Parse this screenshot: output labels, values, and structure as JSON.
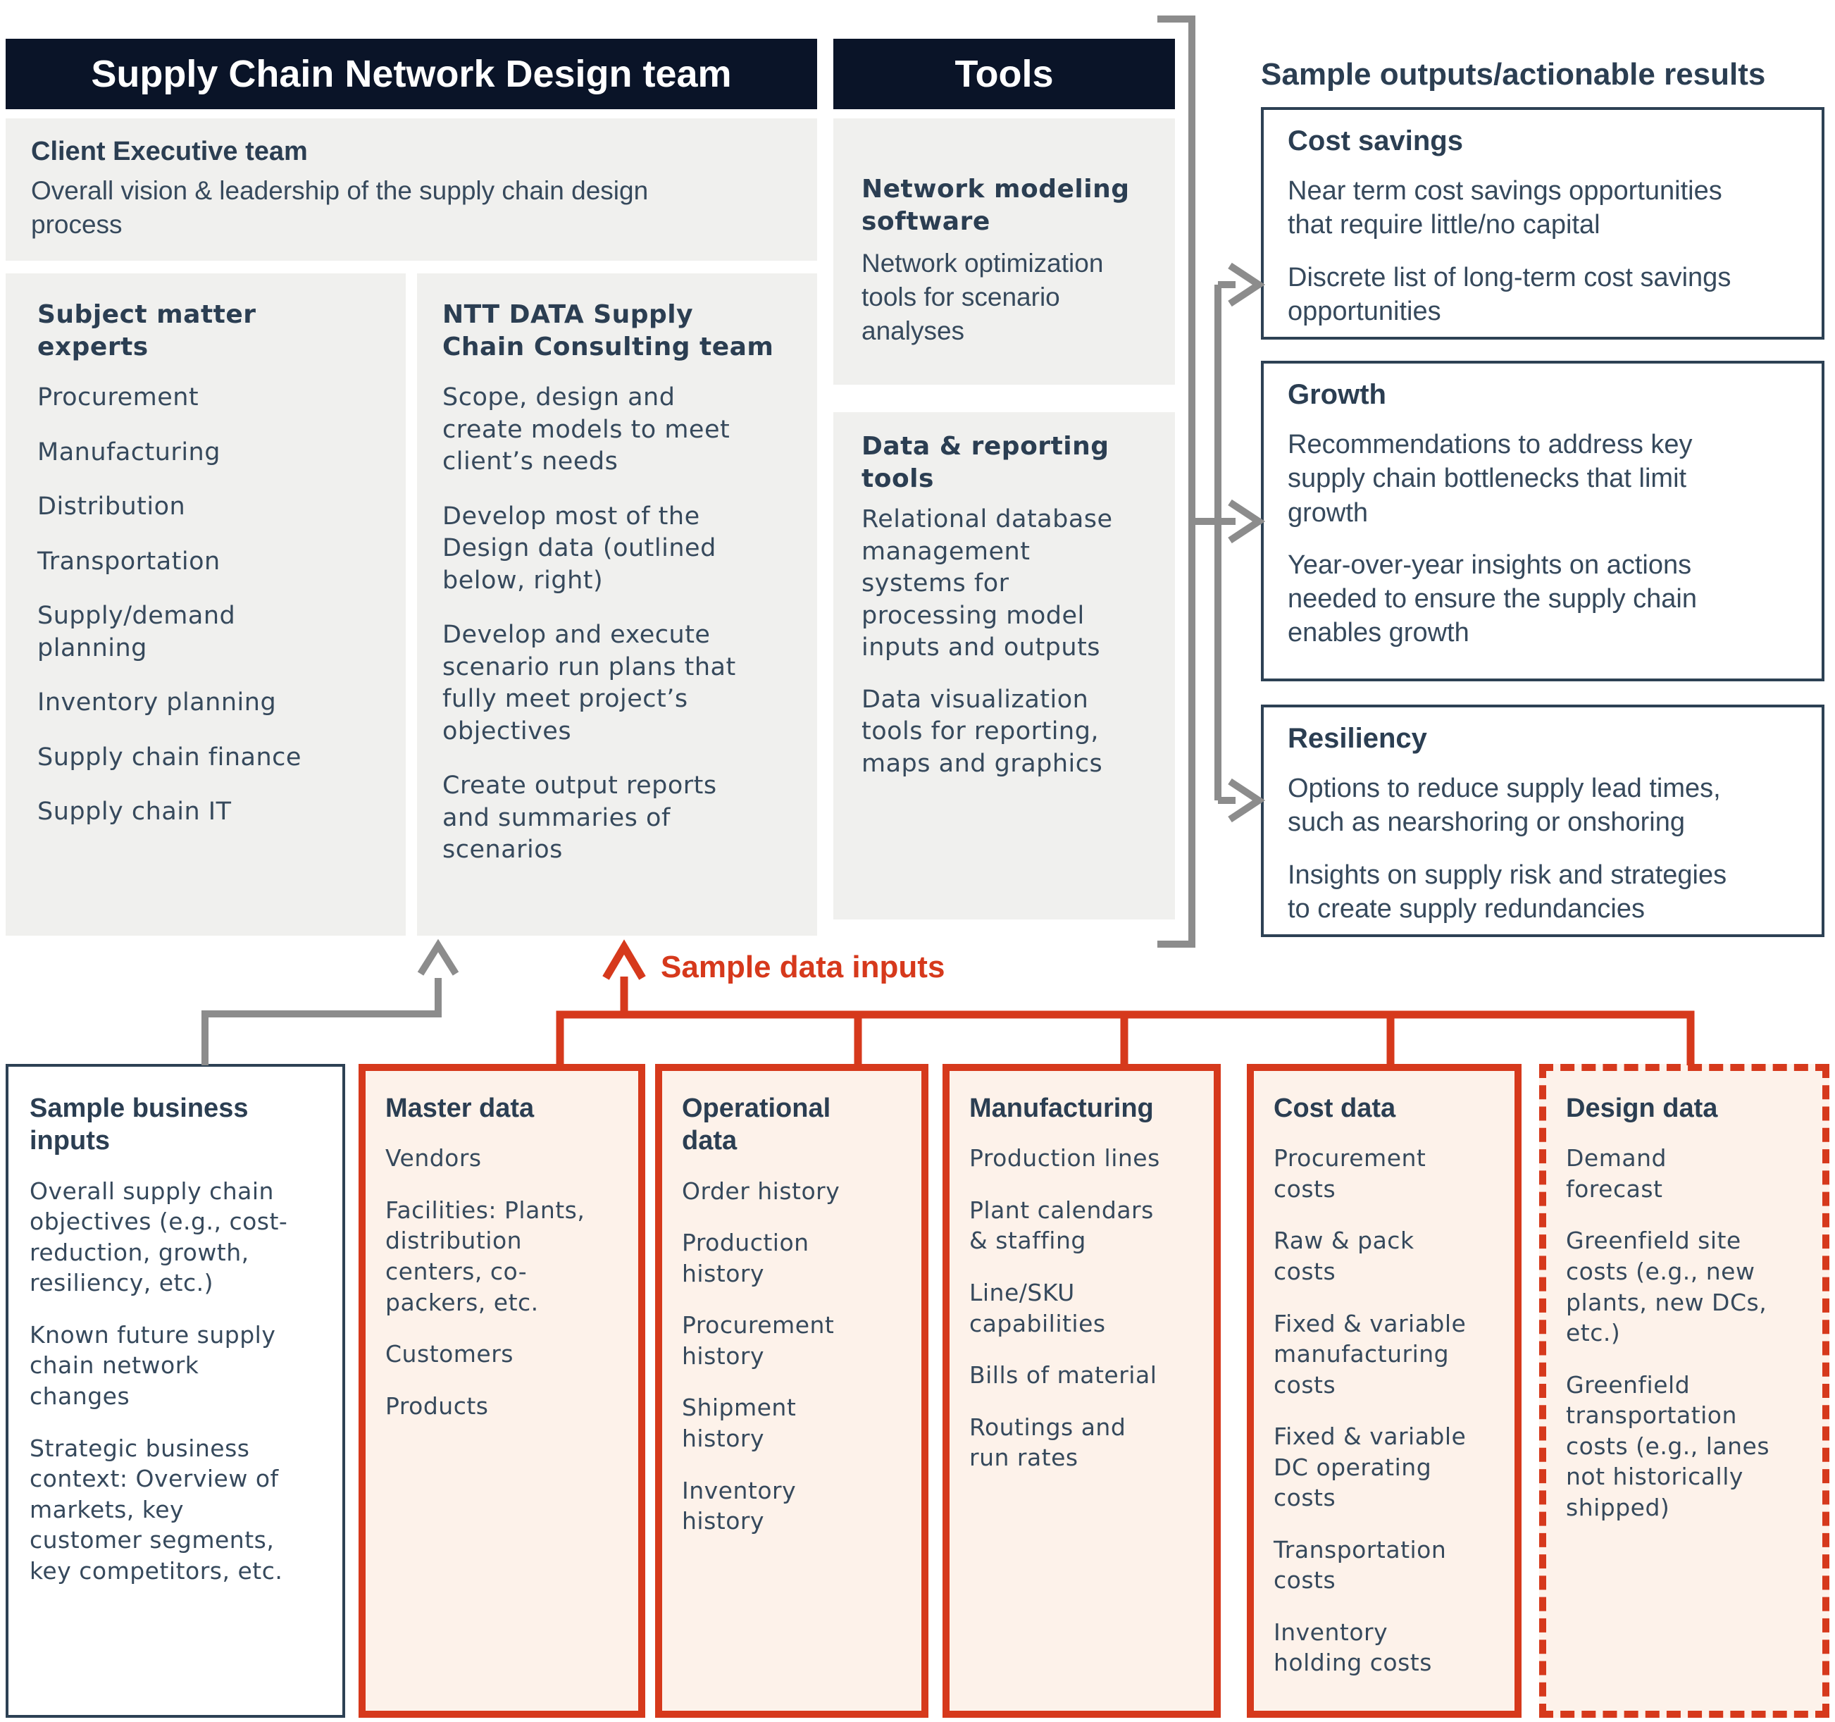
{
  "palette": {
    "header_bg": "#0a1428",
    "navy_text": "#2b3e52",
    "body_text": "#36495c",
    "gray_box_bg": "#f0f0ee",
    "connector_gray": "#8c8c8c",
    "accent_red": "#d6391c",
    "red_box_bg": "#fdf2ea",
    "output_border_navy": "#2d4154"
  },
  "headers": {
    "team": "Supply Chain Network Design team",
    "tools": "Tools"
  },
  "client_exec": {
    "title": "Client Executive team",
    "body": "Overall vision & leadership of the supply chain design\nprocess"
  },
  "sme": {
    "title": "Subject matter experts",
    "items": [
      "Procurement",
      "Manufacturing",
      "Distribution",
      "Transportation",
      "Supply/demand\nplanning",
      "Inventory planning",
      "Supply chain finance",
      "Supply chain IT"
    ]
  },
  "ntt": {
    "title": "NTT DATA Supply\nChain Consulting team",
    "paragraphs": [
      "Scope, design and\ncreate models to meet\nclient’s needs",
      "Develop most of the\nDesign data (outlined\nbelow, right)",
      "Develop and execute\nscenario run plans that\nfully meet project’s\nobjectives",
      "Create output reports\nand summaries of\nscenarios"
    ]
  },
  "tools": {
    "boxes": [
      {
        "title": "Network modeling\nsoftware",
        "body": "Network optimization\ntools for scenario\nanalyses"
      },
      {
        "title": "Data & reporting\ntools",
        "paragraphs": [
          "Relational database\nmanagement\nsystems for\nprocessing model\ninputs and outputs",
          "Data visualization\ntools for reporting,\nmaps and graphics"
        ]
      }
    ]
  },
  "outputs": {
    "title": "Sample outputs/actionable results",
    "boxes": [
      {
        "title": "Cost savings",
        "bullets": [
          "Near term cost savings opportunities\nthat require little/no capital",
          "Discrete list of long-term cost savings\nopportunities"
        ]
      },
      {
        "title": "Growth",
        "bullets": [
          "Recommendations to address key\nsupply chain bottlenecks that limit\ngrowth",
          "Year-over-year insights on actions\nneeded to ensure the supply chain\nenables growth"
        ]
      },
      {
        "title": "Resiliency",
        "bullets": [
          "Options to reduce supply lead times,\nsuch as nearshoring or onshoring",
          "Insights on supply risk and strategies\nto create supply redundancies"
        ]
      }
    ]
  },
  "sample_data_inputs_label": "Sample data inputs",
  "business_inputs": {
    "title": "Sample business\ninputs",
    "items": [
      "Overall supply chain\nobjectives (e.g., cost-\nreduction, growth,\nresiliency, etc.)",
      "Known future supply\nchain network\nchanges",
      "Strategic business\ncontext: Overview of\nmarkets, key\ncustomer segments,\nkey competitors, etc."
    ]
  },
  "data_inputs": [
    {
      "title": "Master data",
      "items": [
        "Vendors",
        "Facilities: Plants,\ndistribution\ncenters, co-\npackers, etc.",
        "Customers",
        "Products"
      ]
    },
    {
      "title": "Operational\ndata",
      "items": [
        "Order history",
        "Production\nhistory",
        "Procurement\nhistory",
        "Shipment\nhistory",
        "Inventory\nhistory"
      ]
    },
    {
      "title": "Manufacturing",
      "items": [
        "Production lines",
        "Plant calendars\n& staffing",
        "Line/SKU\ncapabilities",
        "Bills of material",
        "Routings and\nrun rates"
      ]
    },
    {
      "title": "Cost data",
      "items": [
        "Procurement\ncosts",
        "Raw & pack\ncosts",
        "Fixed & variable\nmanufacturing\ncosts",
        "Fixed & variable\nDC operating\ncosts",
        "Transportation\ncosts",
        "Inventory\nholding costs"
      ]
    },
    {
      "title": "Design data",
      "items": [
        "Demand\nforecast",
        "Greenfield site\ncosts (e.g., new\nplants, new DCs,\netc.)",
        "Greenfield\ntransportation\ncosts (e.g., lanes\nnot historically\nshipped)"
      ]
    }
  ]
}
